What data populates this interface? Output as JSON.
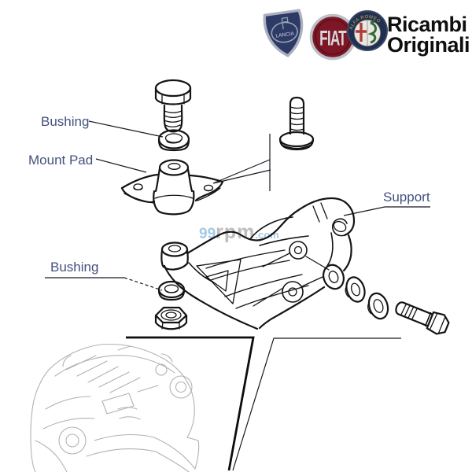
{
  "header": {
    "title_line1": "Ricambi",
    "title_line2": "Originali",
    "logos": [
      {
        "name": "lancia-logo",
        "text": "LANCIA"
      },
      {
        "name": "fiat-logo",
        "text": "FIAT"
      },
      {
        "name": "alfa-romeo-logo",
        "text": "ALFA ROMEO"
      }
    ]
  },
  "labels": {
    "bushing_top": "Bushing",
    "mount_pad": "Mount Pad",
    "support": "Support",
    "bushing_bottom": "Bushing"
  },
  "watermark": {
    "prefix": "99",
    "mid": "rpm",
    "suffix": ".com"
  },
  "colors": {
    "label_text": "#44517e",
    "diagram_line": "#141414",
    "engine_sketch": "#b2b2b2",
    "watermark_blue": "#a5c9e6",
    "watermark_gray": "#bdbdbd",
    "brand_text": "#0f0f0f",
    "lancia_blue": "#2e3a66",
    "fiat_red": "#7d1726",
    "alfa_navy": "#22304f"
  }
}
